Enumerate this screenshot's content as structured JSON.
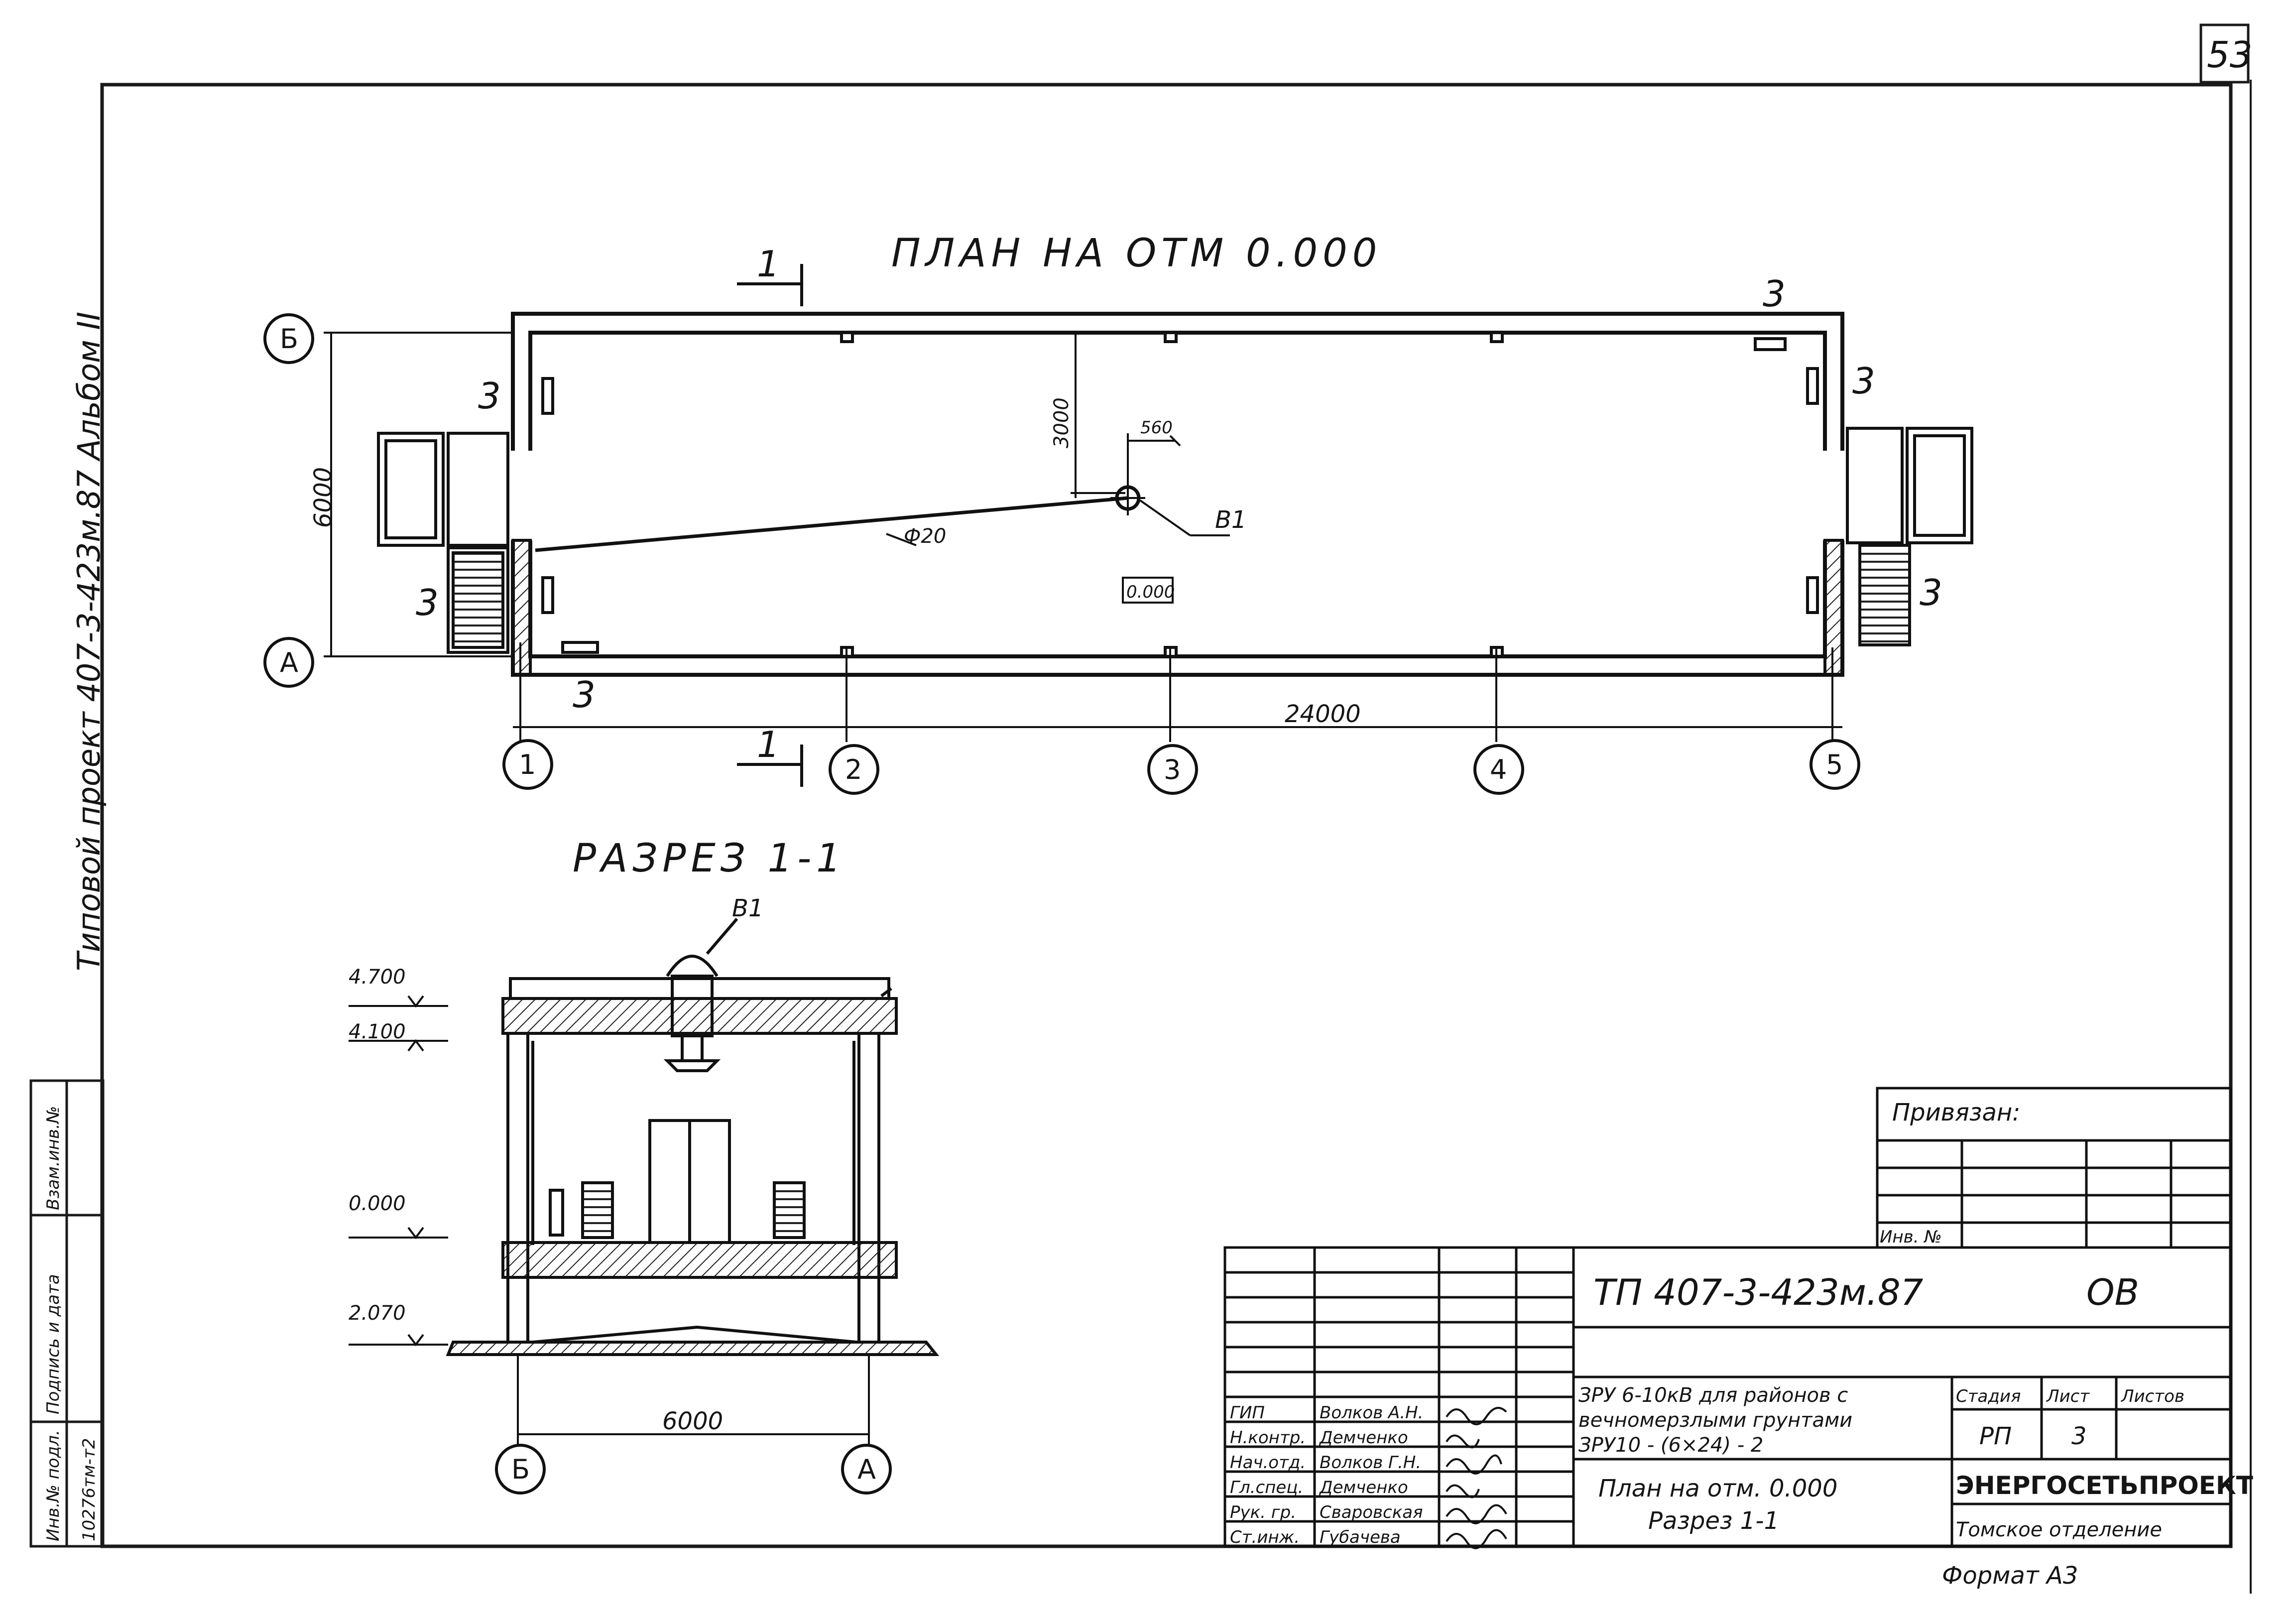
{
  "page_number": "53",
  "plan": {
    "title": "ПЛАН  НА ОТМ  0.000",
    "axes_numbers": [
      "1",
      "2",
      "3",
      "4",
      "5"
    ],
    "axes_letters": [
      "Б",
      "А"
    ],
    "dim_length": "24000",
    "dim_width": "6000",
    "dim_offset": "3000",
    "dim_small": "560",
    "pipe_label": "Ф20",
    "vent_label": "В1",
    "level_mark": "0.000",
    "item_marker": "3",
    "section_marker": "1"
  },
  "section": {
    "title": "РАЗРЕЗ 1-1",
    "vent_label": "В1",
    "levels": [
      "4.700",
      "4.100",
      "0.000",
      "2.070"
    ],
    "dim_width": "6000",
    "axes": [
      "Б",
      "А"
    ]
  },
  "side_margin": {
    "project_text": "Типовой проект    407-3-423м.87    Альбом II"
  },
  "stamp_strip": {
    "labels": [
      "Инв.№ подл.",
      "Подпись и дата",
      "Взам.инв.№"
    ],
    "inv_value": "10276тм-т2"
  },
  "binding_block": {
    "title": "Привязан:",
    "inv_label": "Инв. №"
  },
  "title_block": {
    "code": "ТП  407-3-423м.87",
    "mark": "ОВ",
    "project_name": [
      "ЗРУ 6-10кВ для районов с",
      "вечномерзлыми грунтами",
      "ЗРУ10 - (6×24) - 2"
    ],
    "drawing_name": [
      "План  на  отм. 0.000",
      "Разрез 1-1"
    ],
    "stage_header": "Стадия",
    "sheet_header": "Лист",
    "sheets_header": "Листов",
    "stage_value": "РП",
    "sheet_value": "3",
    "sheets_value": "",
    "org_name": "ЭНЕРГОСЕТЬПРОЕКТ",
    "org_branch": "Томское  отделение",
    "signatures": [
      {
        "role": "ГИП",
        "name": "Волков А.Н."
      },
      {
        "role": "Н.контр.",
        "name": "Демченко"
      },
      {
        "role": "Нач.отд.",
        "name": "Волков Г.Н."
      },
      {
        "role": "Гл.спец.",
        "name": "Демченко"
      },
      {
        "role": "Рук. гр.",
        "name": "Сваровская"
      },
      {
        "role": "Ст.инж.",
        "name": "Губачева"
      }
    ]
  },
  "format_label": "Формат  А3"
}
